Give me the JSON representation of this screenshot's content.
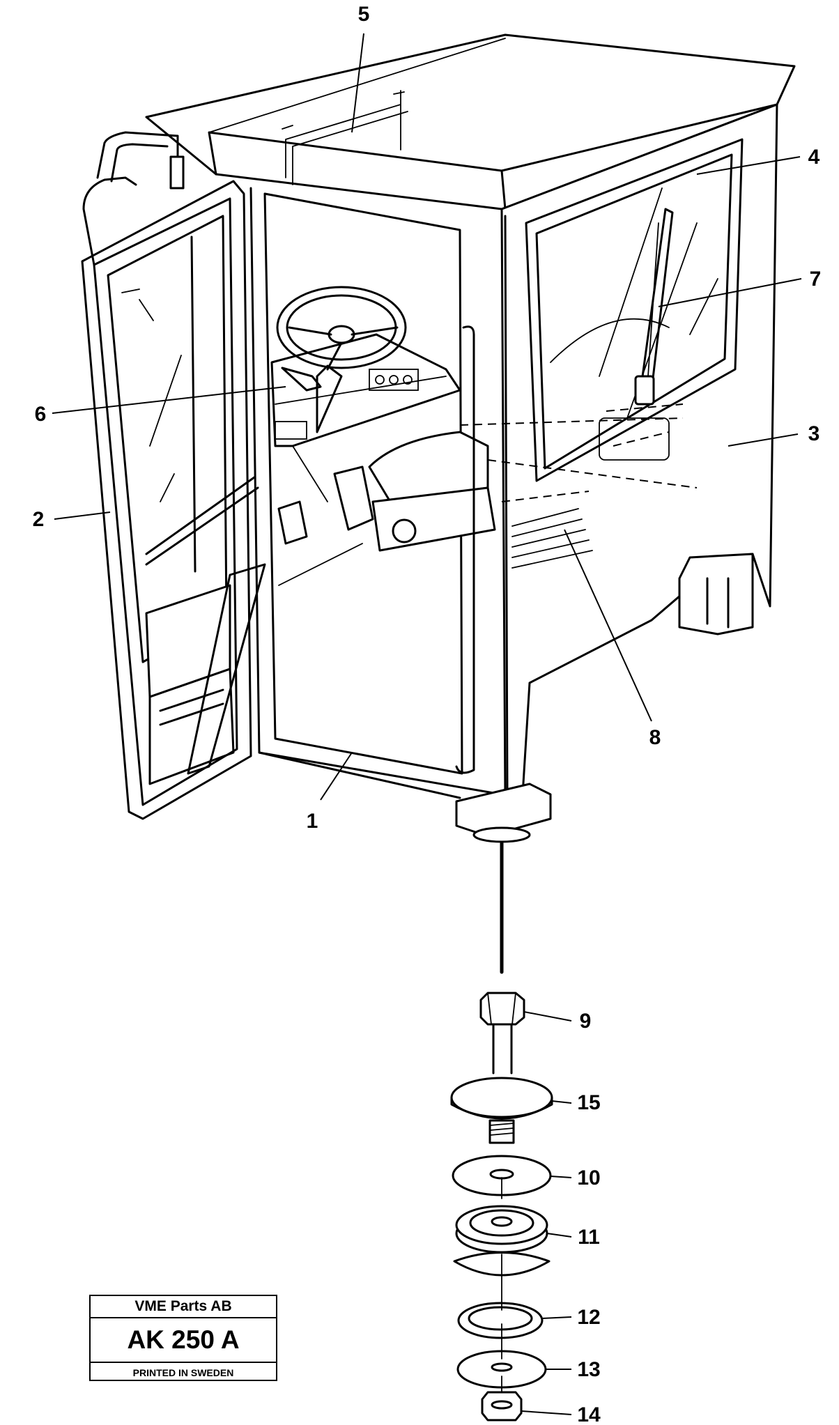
{
  "diagram": {
    "callouts": [
      {
        "id": "c1",
        "label": "1"
      },
      {
        "id": "c2",
        "label": "2"
      },
      {
        "id": "c3",
        "label": "3"
      },
      {
        "id": "c4",
        "label": "4"
      },
      {
        "id": "c5",
        "label": "5"
      },
      {
        "id": "c6",
        "label": "6"
      },
      {
        "id": "c7",
        "label": "7"
      },
      {
        "id": "c8",
        "label": "8"
      },
      {
        "id": "c9",
        "label": "9"
      },
      {
        "id": "c10",
        "label": "10"
      },
      {
        "id": "c11",
        "label": "11"
      },
      {
        "id": "c12",
        "label": "12"
      },
      {
        "id": "c13",
        "label": "13"
      },
      {
        "id": "c14",
        "label": "14"
      },
      {
        "id": "c15",
        "label": "15"
      }
    ]
  },
  "title_block": {
    "company": "VME Parts AB",
    "drawing_number": "AK 250 A",
    "footer": "PRINTED IN SWEDEN"
  }
}
